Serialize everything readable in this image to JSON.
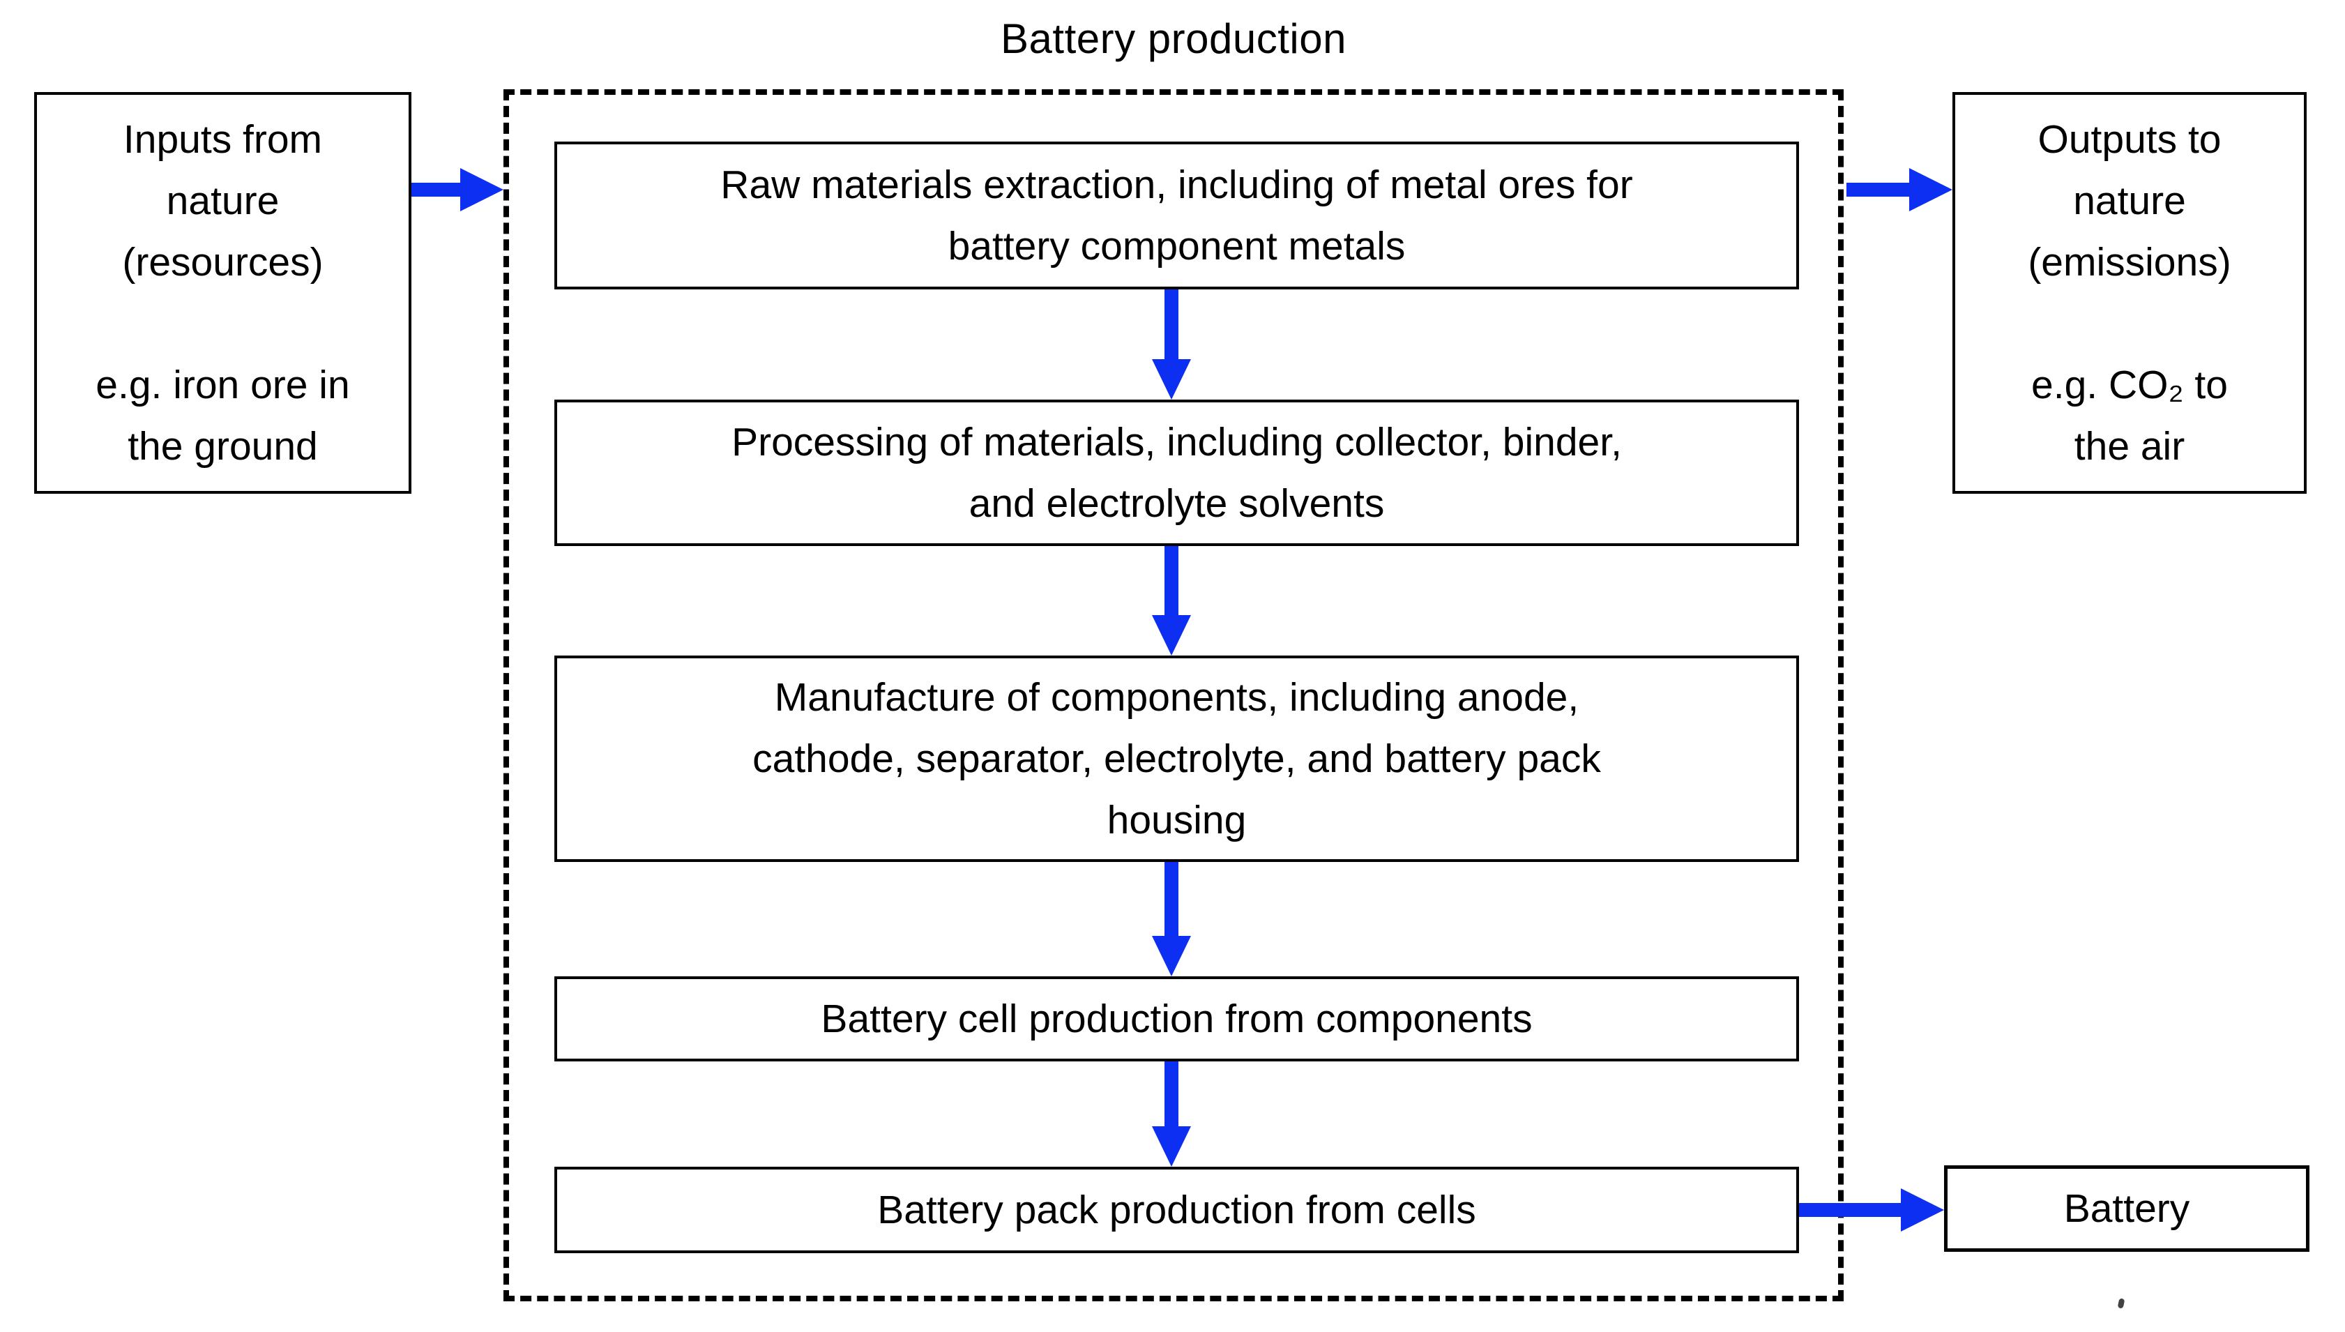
{
  "title": "Battery production",
  "colors": {
    "arrow_blue": "#0d2ff2",
    "line_black": "#000000",
    "background": "#ffffff"
  },
  "inputs_box": {
    "text": "Inputs from\nnature\n(resources)\n\ne.g. iron ore in\nthe ground"
  },
  "production": {
    "boxes": [
      "Raw materials extraction, including of metal ores for\nbattery component metals",
      "Processing of materials, including collector, binder,\nand electrolyte solvents",
      "Manufacture of components, including anode,\ncathode, separator, electrolyte, and battery pack\nhousing",
      "Battery cell production from components",
      "Battery pack production from cells"
    ]
  },
  "outputs_box": {
    "text": "Outputs to\nnature\n(emissions)\n\ne.g. CO₂ to\nthe air"
  },
  "battery_box": {
    "text": "Battery"
  }
}
